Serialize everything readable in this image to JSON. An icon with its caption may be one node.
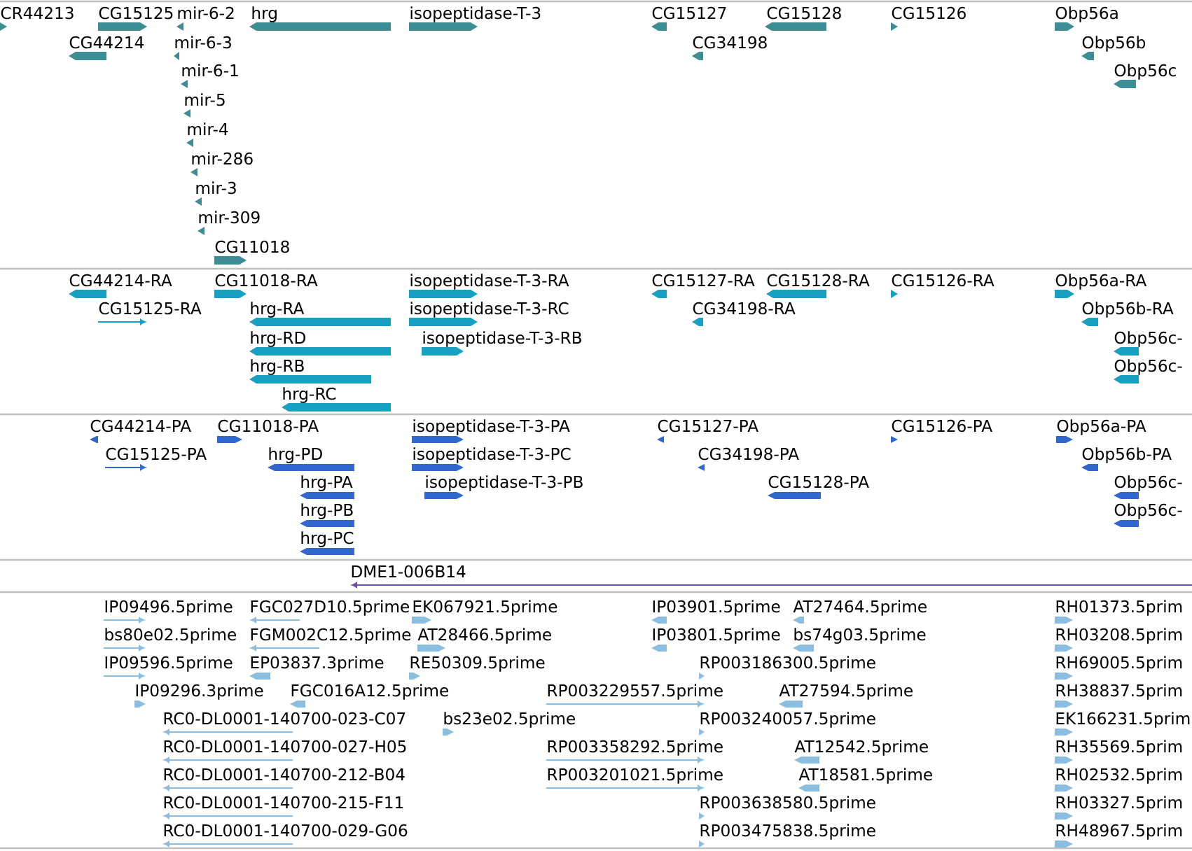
{
  "diagram": {
    "labels": [
      "CR44213",
      "CG15125",
      "mir-6-2",
      "hrg",
      "isopeptidase-T-3",
      "CG15127",
      "CG15128",
      "CG15126",
      "Obp56a",
      "CG44214",
      "mir-6-3",
      "CG34198",
      "Obp56b",
      "mir-6-1",
      "Obp56c",
      "mir-5",
      "mir-4",
      "mir-286",
      "mir-3",
      "mir-309",
      "CG11018",
      "CG44214-RA",
      "CG11018-RA",
      "isopeptidase-T-3-RA",
      "CG15127-RA",
      "CG15128-RA",
      "CG15126-RA",
      "Obp56a-RA",
      "CG15125-RA",
      "hrg-RA",
      "isopeptidase-T-3-RC",
      "CG34198-RA",
      "Obp56b-RA",
      "hrg-RD",
      "isopeptidase-T-3-RB",
      "Obp56c-",
      "hrg-RB",
      "Obp56c-",
      "hrg-RC",
      "CG44214-PA",
      "CG11018-PA",
      "isopeptidase-T-3-PA",
      "CG15127-PA",
      "CG15126-PA",
      "Obp56a-PA",
      "CG15125-PA",
      "hrg-PD",
      "isopeptidase-T-3-PC",
      "CG34198-PA",
      "Obp56b-PA",
      "hrg-PA",
      "isopeptidase-T-3-PB",
      "CG15128-PA",
      "Obp56c-",
      "hrg-PB",
      "Obp56c-",
      "hrg-PC",
      "DME1-006B14",
      "IP09496.5prime",
      "FGC027D10.5prime",
      "EK067921.5prime",
      "IP03901.5prime",
      "AT27464.5prime",
      "RH01373.5prim",
      "bs80e02.5prime",
      "FGM002C12.5prime",
      "AT28466.5prime",
      "IP03801.5prime",
      "bs74g03.5prime",
      "RH03208.5prim",
      "IP09596.5prime",
      "EP03837.3prime",
      "RE50309.5prime",
      "RP003186300.5prime",
      "RH69005.5prim",
      "IP09296.3prime",
      "FGC016A12.5prime",
      "RP003229557.5prime",
      "AT27594.5prime",
      "RH38837.5prim",
      "RC0-DL0001-140700-023-C07",
      "bs23e02.5prime",
      "RP003240057.5prime",
      "EK166231.5prim",
      "RC0-DL0001-140700-027-H05",
      "RP003358292.5prime",
      "AT12542.5prime",
      "RH35569.5prim",
      "RC0-DL0001-140700-212-B04",
      "RP003201021.5prime",
      "AT18581.5prime",
      "RH02532.5prim",
      "RC0-DL0001-140700-215-F11",
      "RP003638580.5prime",
      "RH03327.5prim",
      "RC0-DL0001-140700-029-G06",
      "RP003475838.5prime",
      "RH48967.5prim"
    ]
  }
}
